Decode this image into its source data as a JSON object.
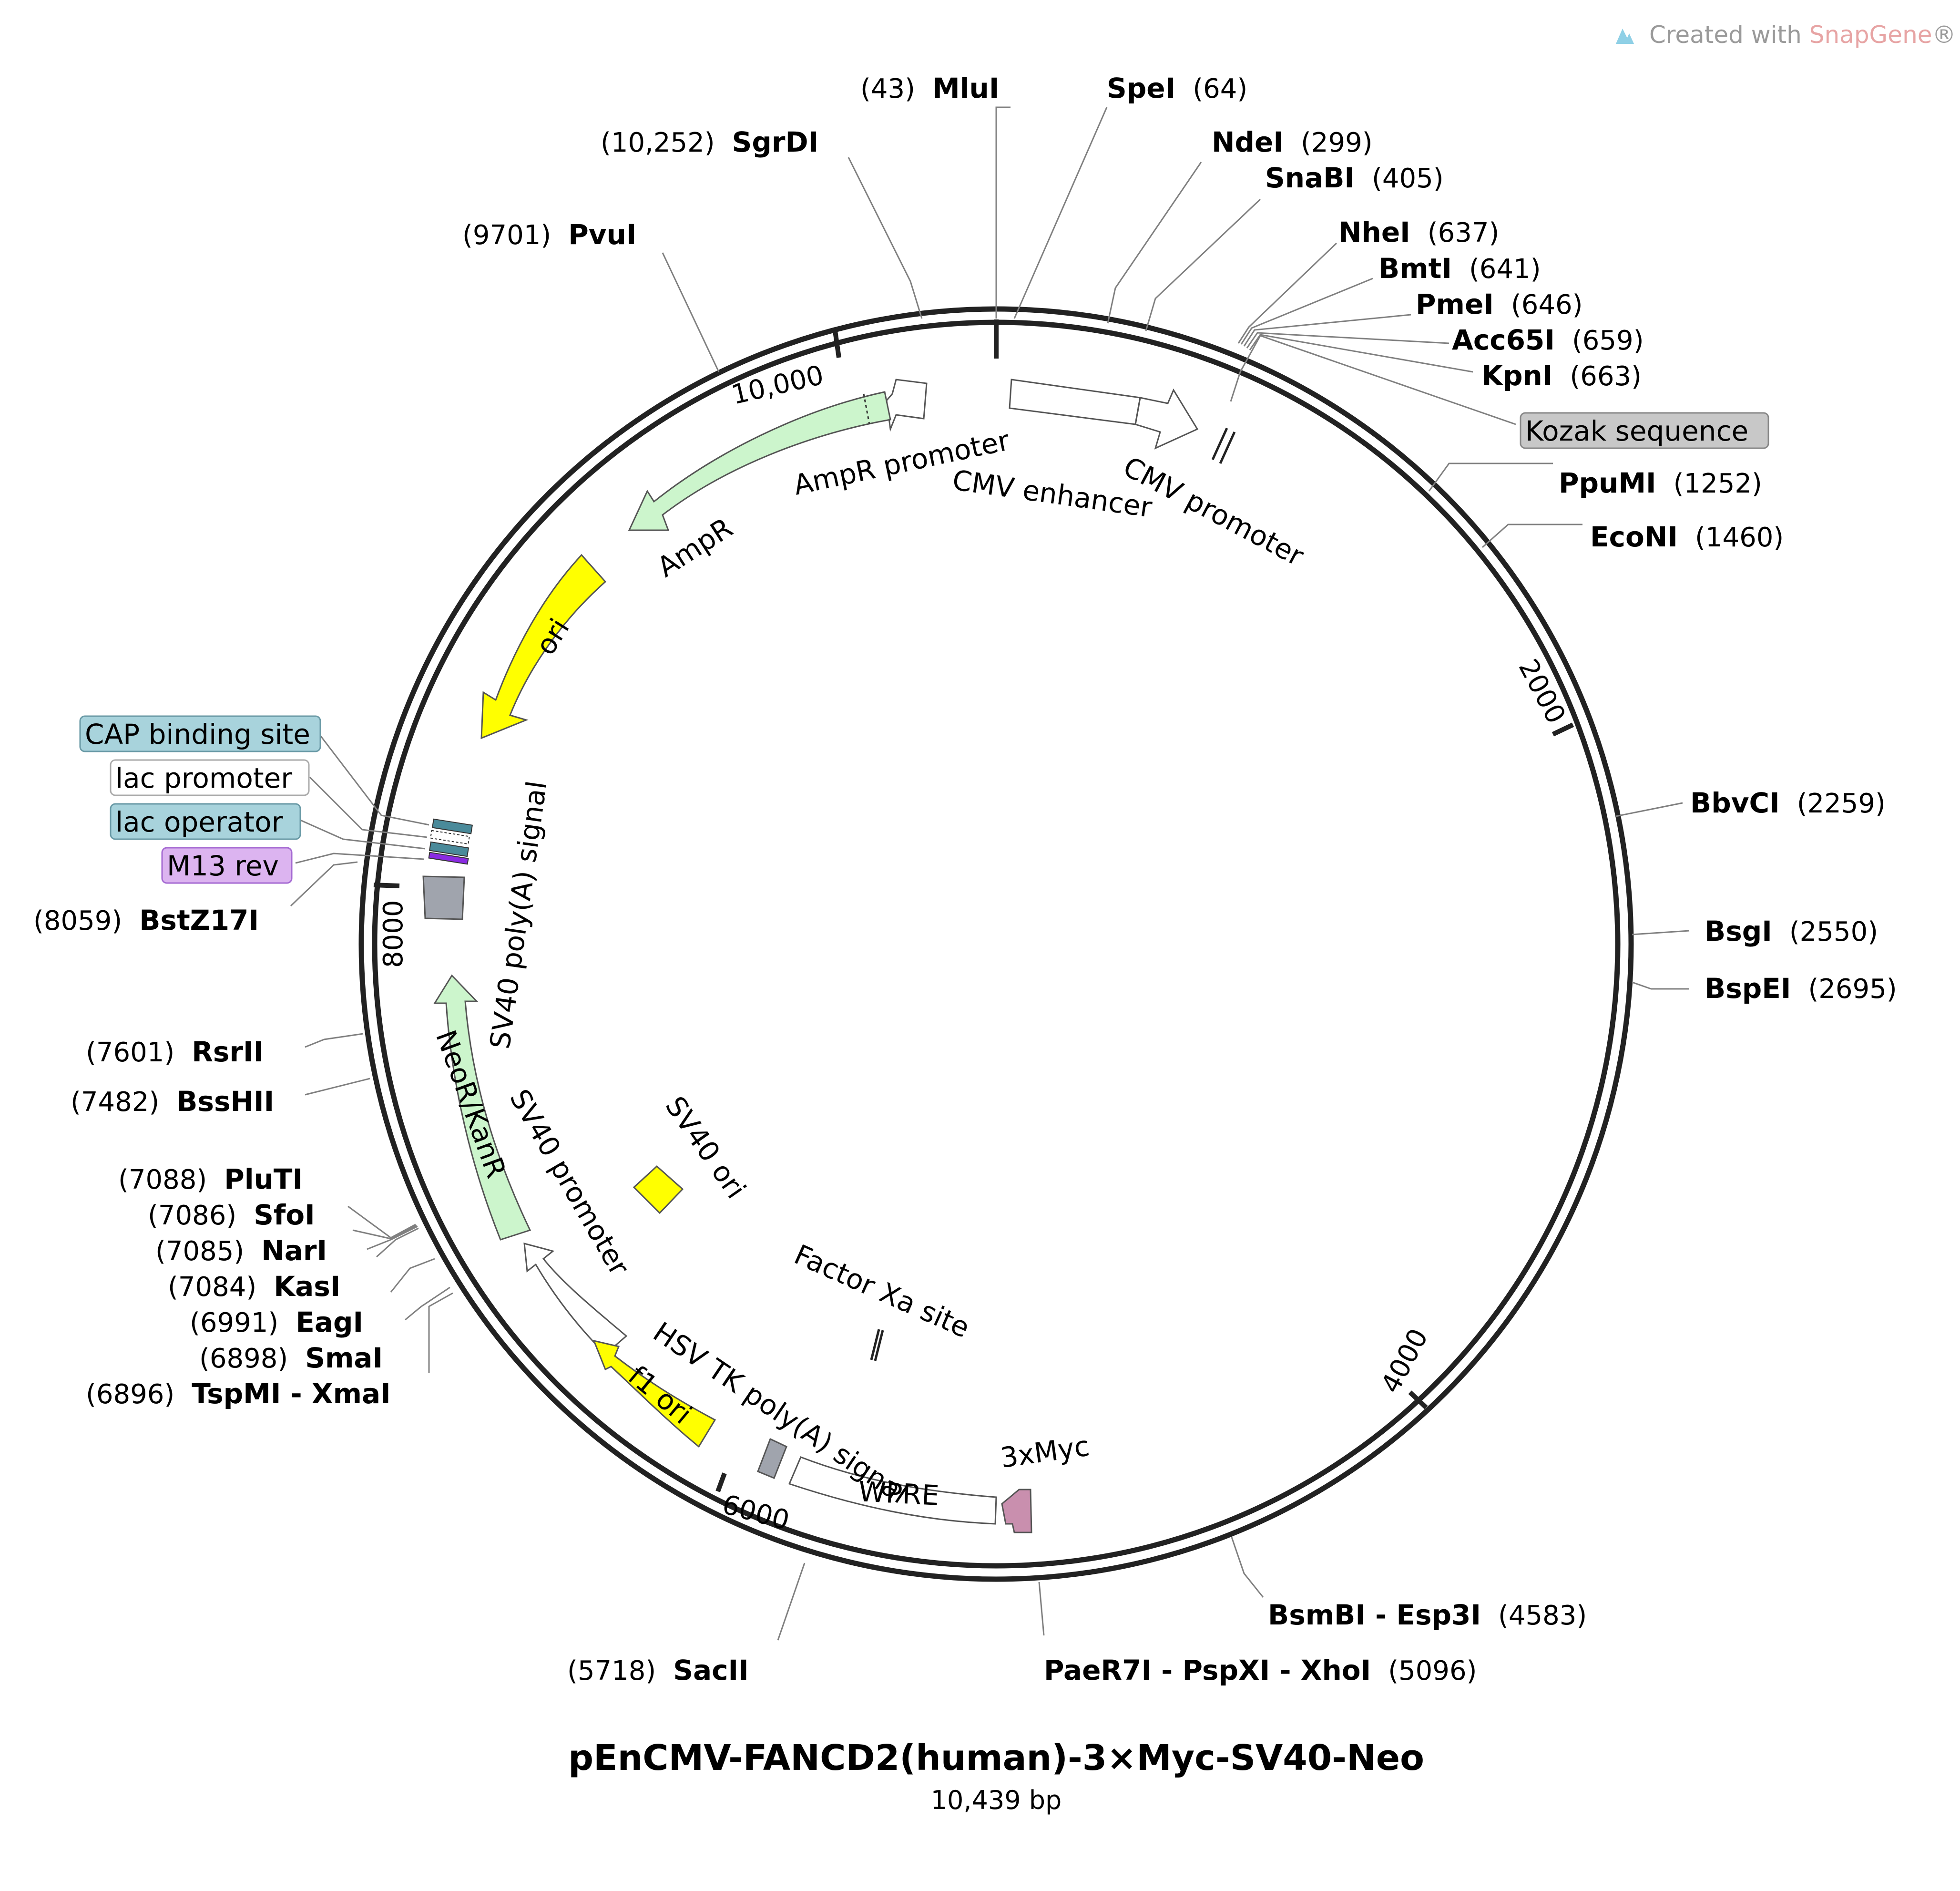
{
  "title": "pEnCMV-FANCD2(human)-3×Myc-SV40-Neo",
  "length_label": "10,439 bp",
  "credit": {
    "prefix": "Created with ",
    "brand": "SnapGene",
    "suffix": "®"
  },
  "ticks": [
    "10,000",
    "2000",
    "4000",
    "6000",
    "8000"
  ],
  "sites": [
    {
      "name": "MluI",
      "pos": "(43)"
    },
    {
      "name": "SpeI",
      "pos": "(64)"
    },
    {
      "name": "SgrDI",
      "pos": "(10,252)"
    },
    {
      "name": "NdeI",
      "pos": "(299)"
    },
    {
      "name": "SnaBI",
      "pos": "(405)"
    },
    {
      "name": "PvuI",
      "pos": "(9701)"
    },
    {
      "name": "NheI",
      "pos": "(637)"
    },
    {
      "name": "BmtI",
      "pos": "(641)"
    },
    {
      "name": "PmeI",
      "pos": "(646)"
    },
    {
      "name": "Acc65I",
      "pos": "(659)"
    },
    {
      "name": "KpnI",
      "pos": "(663)"
    },
    {
      "name": "PpuMI",
      "pos": "(1252)"
    },
    {
      "name": "EcoNI",
      "pos": "(1460)"
    },
    {
      "name": "BbvCI",
      "pos": "(2259)"
    },
    {
      "name": "BsgI",
      "pos": "(2550)"
    },
    {
      "name": "BspEI",
      "pos": "(2695)"
    },
    {
      "name": "BsmBI - Esp3I",
      "pos": "(4583)"
    },
    {
      "name": "PaeR7I - PspXI - XhoI",
      "pos": "(5096)"
    },
    {
      "name": "SacII",
      "pos": "(5718)"
    },
    {
      "name": "TspMI - XmaI",
      "pos": "(6896)"
    },
    {
      "name": "SmaI",
      "pos": "(6898)"
    },
    {
      "name": "EagI",
      "pos": "(6991)"
    },
    {
      "name": "KasI",
      "pos": "(7084)"
    },
    {
      "name": "NarI",
      "pos": "(7085)"
    },
    {
      "name": "SfoI",
      "pos": "(7086)"
    },
    {
      "name": "PluTI",
      "pos": "(7088)"
    },
    {
      "name": "BssHII",
      "pos": "(7482)"
    },
    {
      "name": "RsrII",
      "pos": "(7601)"
    },
    {
      "name": "BstZ17I",
      "pos": "(8059)"
    }
  ],
  "boxed_features": [
    {
      "name": "Kozak sequence",
      "fill": "#c8c8c8"
    },
    {
      "name": "CAP binding site",
      "fill": "#a8d3dc"
    },
    {
      "name": "lac promoter",
      "fill": "#ffffff"
    },
    {
      "name": "lac operator",
      "fill": "#a8d3dc"
    },
    {
      "name": "M13 rev",
      "fill": "#dcb4f0"
    }
  ],
  "features": [
    {
      "name": "AmpR promoter"
    },
    {
      "name": "CMV enhancer"
    },
    {
      "name": "CMV promoter"
    },
    {
      "name": "AmpR"
    },
    {
      "name": "ori"
    },
    {
      "name": "SV40 poly(A) signal"
    },
    {
      "name": "NeoR/KanR"
    },
    {
      "name": "SV40 promoter"
    },
    {
      "name": "SV40 ori"
    },
    {
      "name": "Factor Xa site"
    },
    {
      "name": "HSV TK poly(A) signal"
    },
    {
      "name": "f1 ori"
    },
    {
      "name": "WPRE"
    },
    {
      "name": "3xMyc"
    }
  ],
  "colors": {
    "backbone": "#222222",
    "ampr": "#ccf5cc",
    "ori": "#ffff00",
    "neo": "#ccf5cc",
    "myc": "#c98fae",
    "polyA": "#a0a4ad",
    "cap": "#4a8a9a",
    "m13": "#8a2be2"
  }
}
